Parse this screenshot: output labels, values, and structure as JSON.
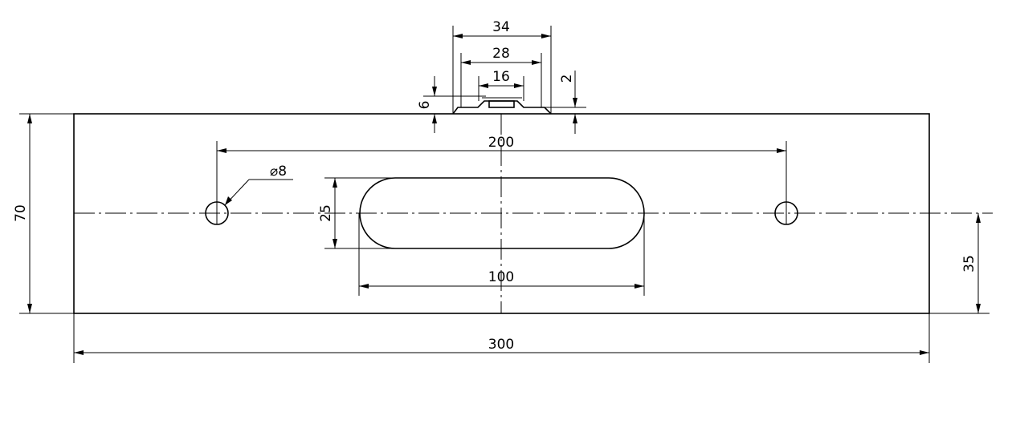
{
  "drawing": {
    "dimensions": {
      "overall_length": "300",
      "overall_height": "70",
      "half_height": "35",
      "hole_spacing": "200",
      "hole_diameter": "⌀8",
      "slot_length": "100",
      "slot_width": "25",
      "tab_outer_width": "34",
      "tab_mid_width": "28",
      "tab_inner_width": "16",
      "tab_depth_left": "6",
      "tab_depth_right": "2"
    }
  }
}
